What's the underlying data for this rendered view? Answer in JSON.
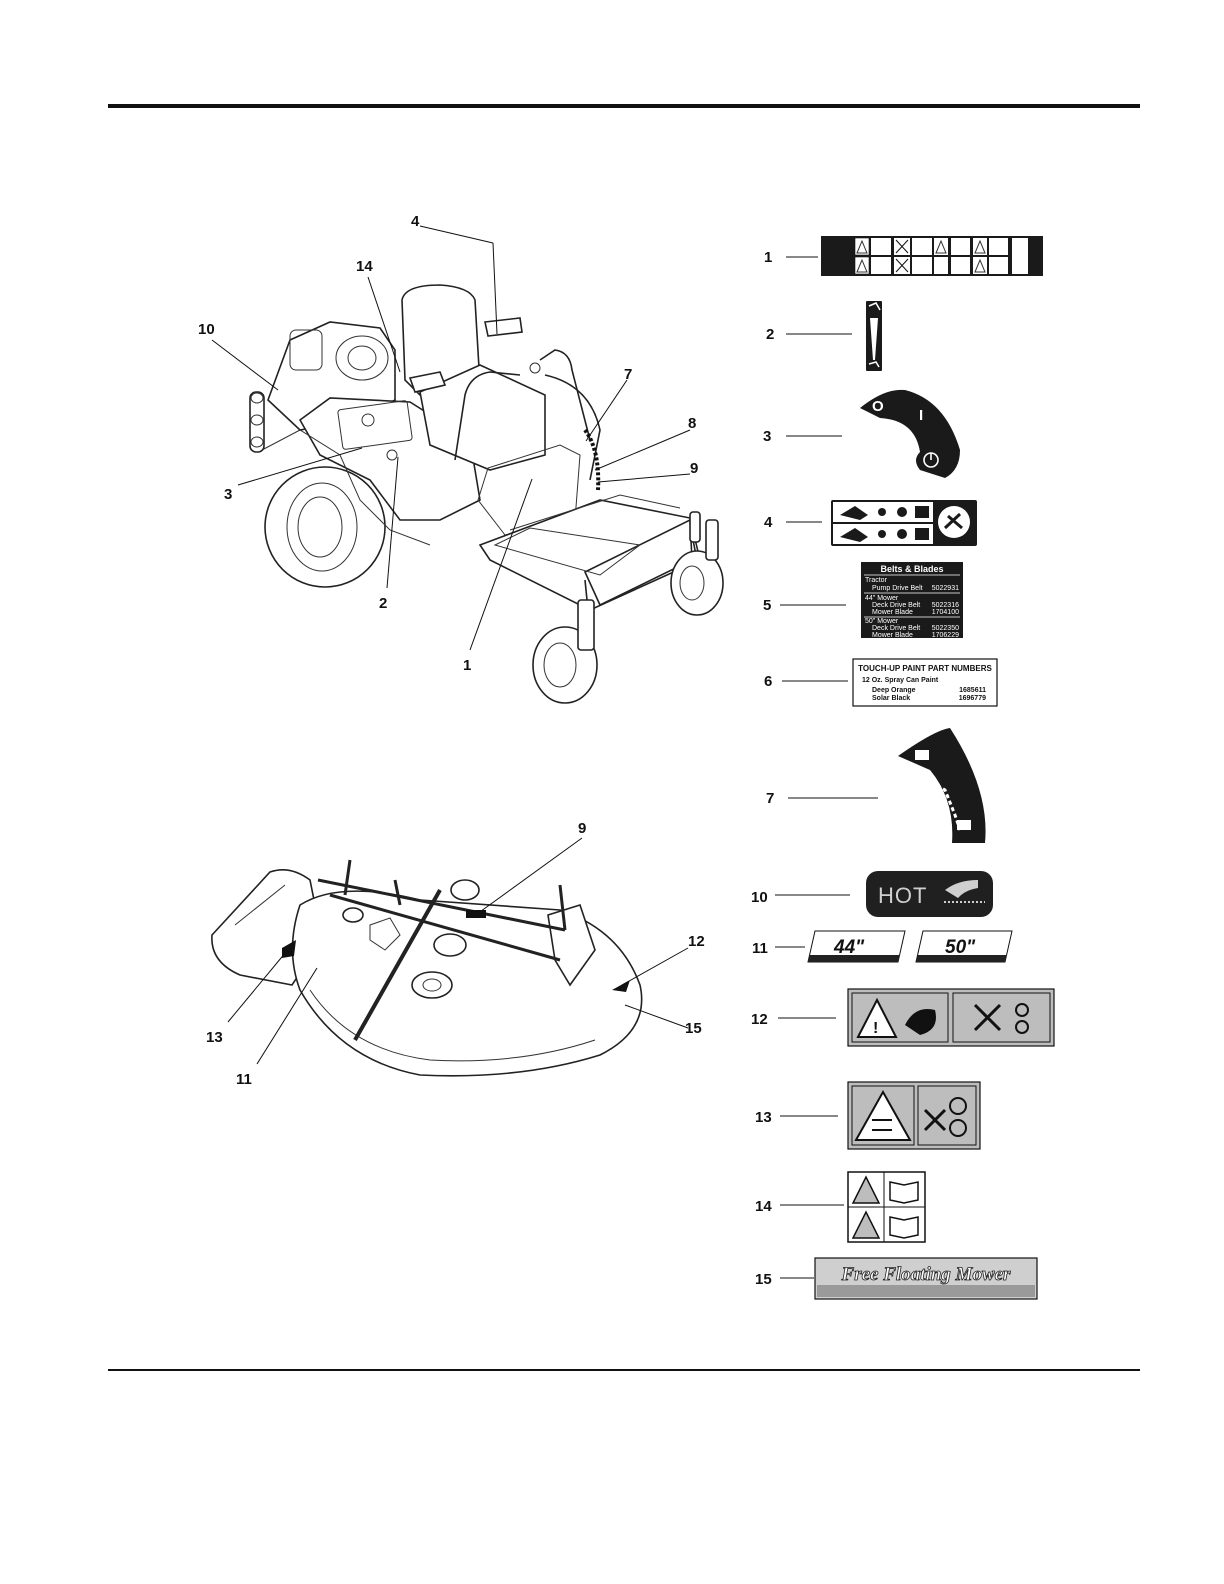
{
  "callouts": {
    "tractor": [
      "4",
      "14",
      "10",
      "7",
      "8",
      "9",
      "3",
      "2",
      "1"
    ],
    "deck": [
      "9",
      "12",
      "15",
      "13",
      "11"
    ],
    "decals": [
      "1",
      "2",
      "3",
      "4",
      "5",
      "6",
      "7",
      "10",
      "11",
      "12",
      "13",
      "14",
      "15"
    ]
  },
  "decal3": {
    "off": "O",
    "on": "I"
  },
  "decal5": {
    "title": "Belts & Blades",
    "sections": [
      {
        "heading": "Tractor",
        "rows": [
          {
            "label": "Pump Drive Belt",
            "part": "5022931"
          }
        ]
      },
      {
        "heading": "44\" Mower",
        "rows": [
          {
            "label": "Deck Drive Belt",
            "part": "5022316"
          },
          {
            "label": "Mower Blade",
            "part": "1704100"
          }
        ]
      },
      {
        "heading": "50\" Mower",
        "rows": [
          {
            "label": "Deck Drive Belt",
            "part": "5022350"
          },
          {
            "label": "Mower Blade",
            "part": "1706229"
          }
        ]
      }
    ]
  },
  "decal6": {
    "title": "TOUCH-UP PAINT PART NUMBERS",
    "subtitle": "12 Oz. Spray Can Paint",
    "rows": [
      {
        "label": "Deep Orange",
        "part": "1685611"
      },
      {
        "label": "Solar Black",
        "part": "1696779"
      }
    ]
  },
  "decal10": {
    "text": "HOT"
  },
  "decal11": {
    "a": "44\"",
    "b": "50\""
  },
  "decal15": {
    "text": "Free Floating Mower"
  },
  "colors": {
    "ink": "#111111",
    "decalBlack": "#1a1a1a",
    "hotBody": "#202020",
    "gray": "#bdbdbd"
  }
}
